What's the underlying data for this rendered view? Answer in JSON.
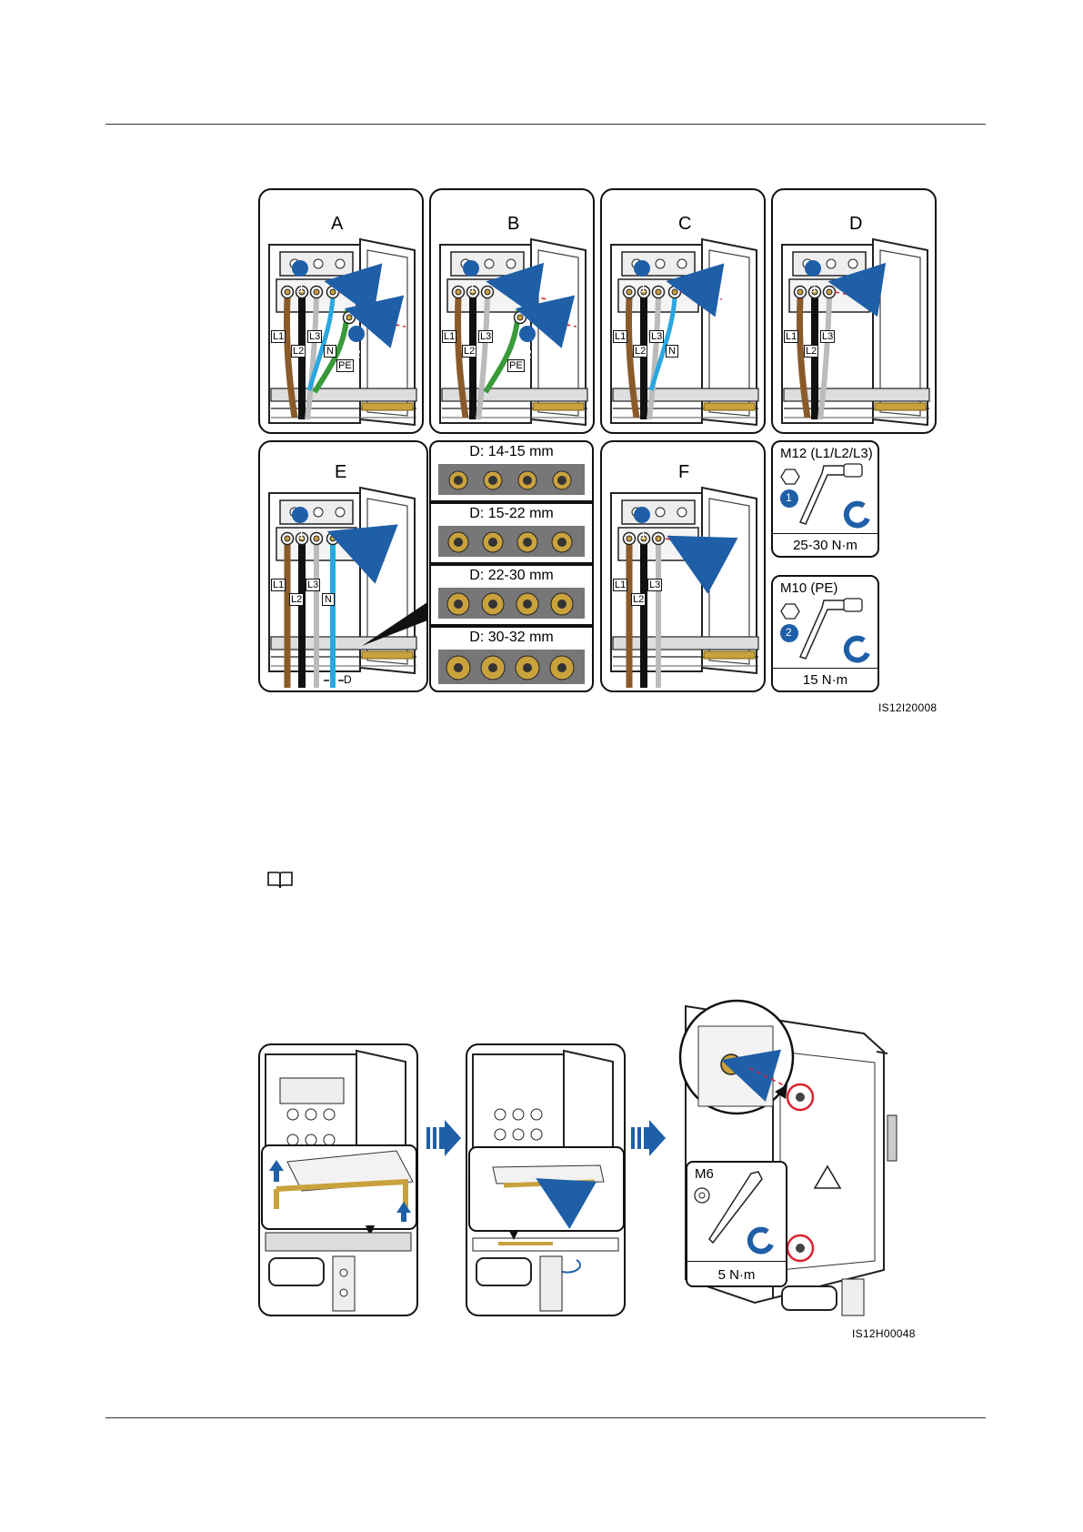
{
  "figure1": {
    "panels": [
      {
        "label": "A",
        "terminals": [
          "L1",
          "L2",
          "L3",
          "N",
          "PE"
        ]
      },
      {
        "label": "B",
        "terminals": [
          "L1",
          "L2",
          "L3",
          "PE"
        ]
      },
      {
        "label": "C",
        "terminals": [
          "L1",
          "L2",
          "L3",
          "N"
        ]
      },
      {
        "label": "D",
        "terminals": [
          "L1",
          "L2",
          "L3"
        ]
      },
      {
        "label": "E",
        "terminals": [
          "L1",
          "L2",
          "L3",
          "N"
        ],
        "dimension": "D"
      },
      {
        "label": "F",
        "terminals": [
          "L1",
          "L2",
          "L3"
        ]
      }
    ],
    "step_badges": [
      "1",
      "2"
    ],
    "diameter_rows": [
      "D: 14-15 mm",
      "D: 15-22 mm",
      "D: 22-30 mm",
      "D: 30-32 mm"
    ],
    "torque": [
      {
        "bolt": "M12 (L1/L2/L3)",
        "step": "1",
        "value": "25-30 N·m"
      },
      {
        "bolt": "M10 (PE)",
        "step": "2",
        "value": "15 N·m"
      }
    ],
    "figure_id": "IS12I20008"
  },
  "figure2": {
    "tool": {
      "bolt": "M6",
      "value": "5 N·m"
    },
    "figure_id": "IS12H00048"
  },
  "colors": {
    "accent": "#1f5fa8",
    "brown": "#8a5a2b",
    "blue_wire": "#2aa7e0",
    "pe_green": "#3a9a3a",
    "highlight_red": "#d9232e",
    "brass": "#c9a13d"
  }
}
